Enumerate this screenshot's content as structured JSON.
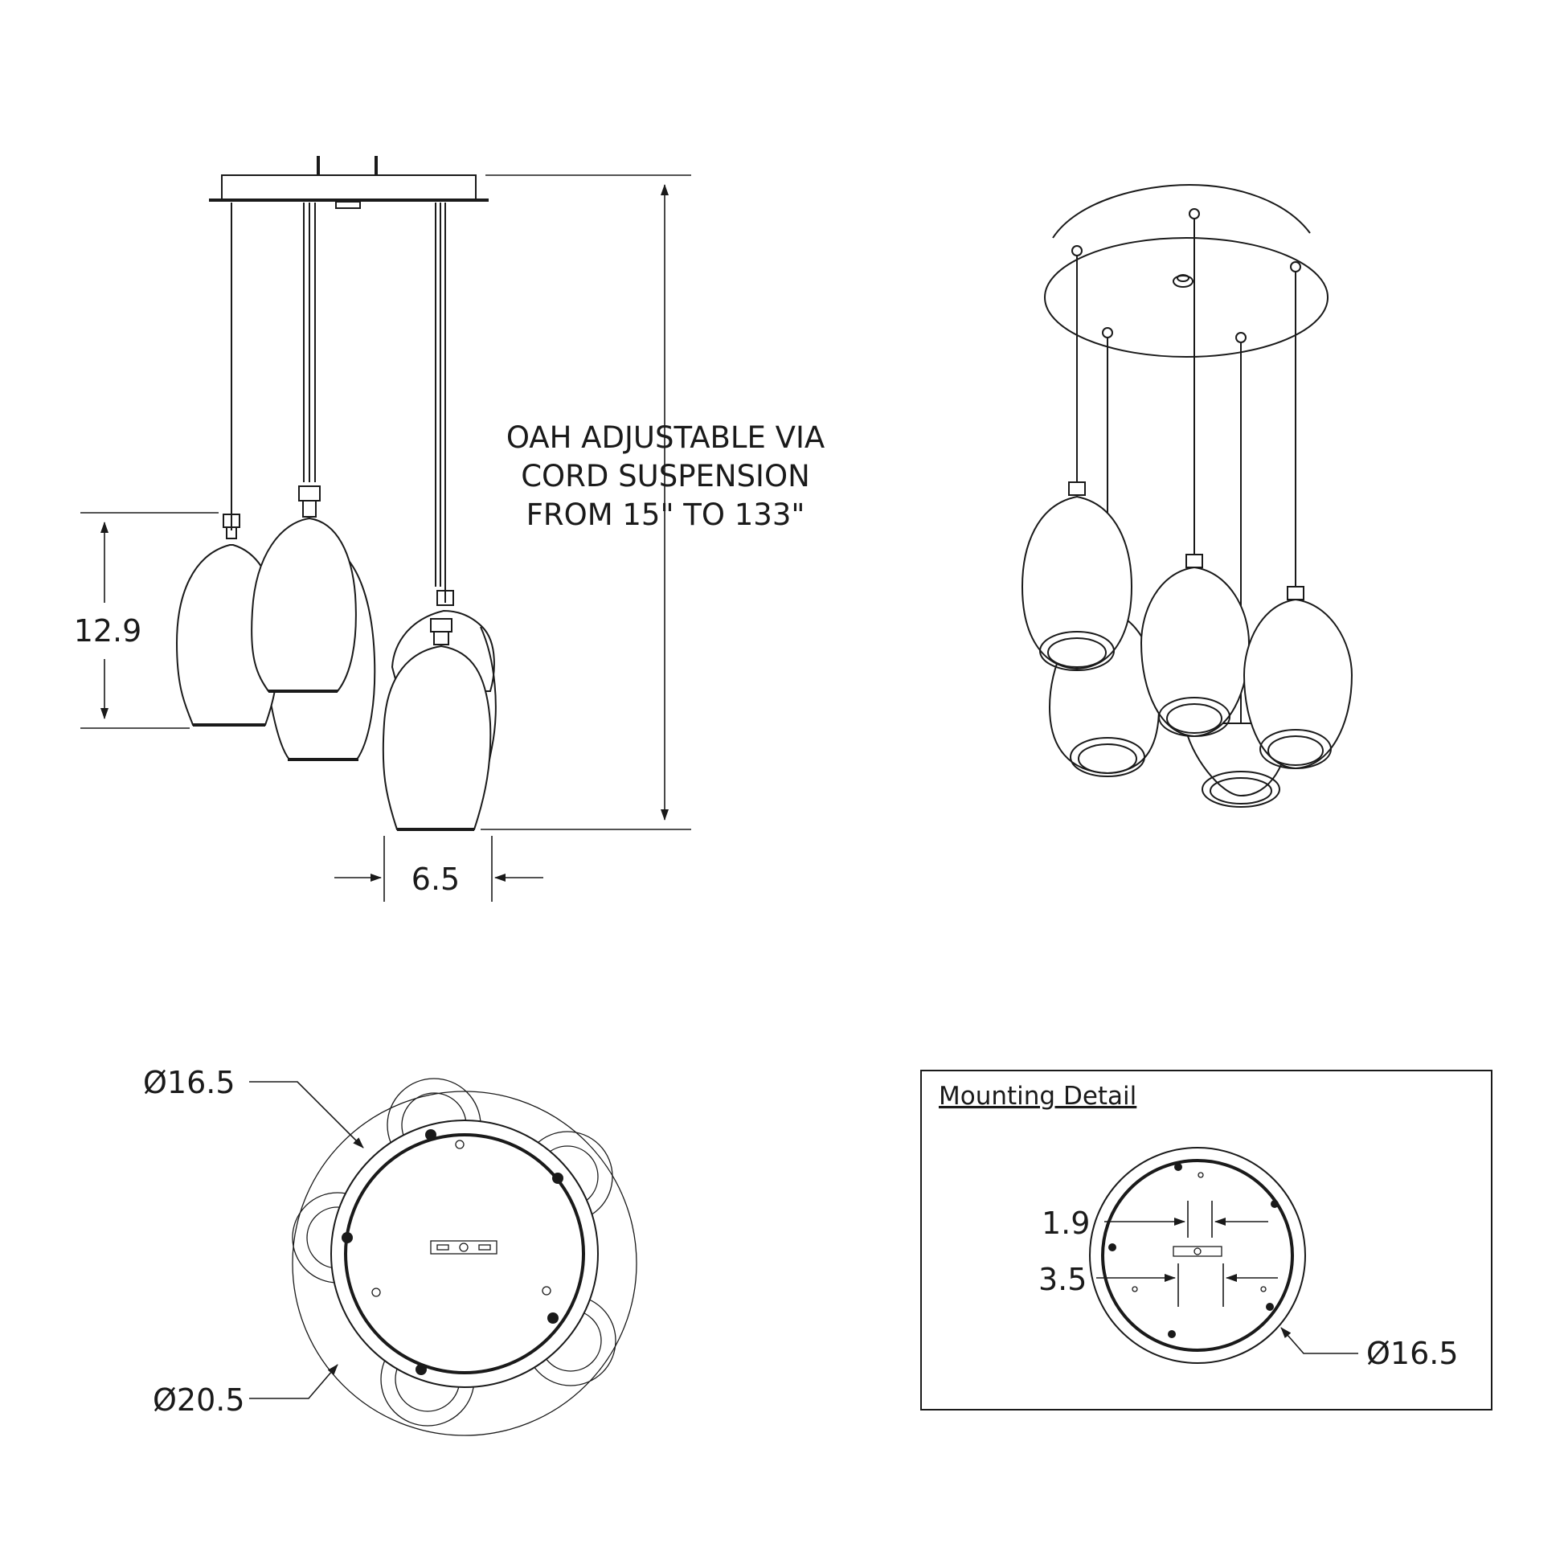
{
  "side_view": {
    "note_line1": "OAH ADJUSTABLE VIA",
    "note_line2": "CORD SUSPENSION",
    "note_line3": "FROM 15\" TO 133\"",
    "height_dim": "12.9",
    "width_dim": "6.5"
  },
  "bottom_view": {
    "canopy_dim": "Ø16.5",
    "overall_dim": "Ø20.5"
  },
  "mounting_detail": {
    "title": "Mounting Detail",
    "dim_a": "1.9",
    "dim_b": "3.5",
    "canopy_dim": "Ø16.5"
  }
}
